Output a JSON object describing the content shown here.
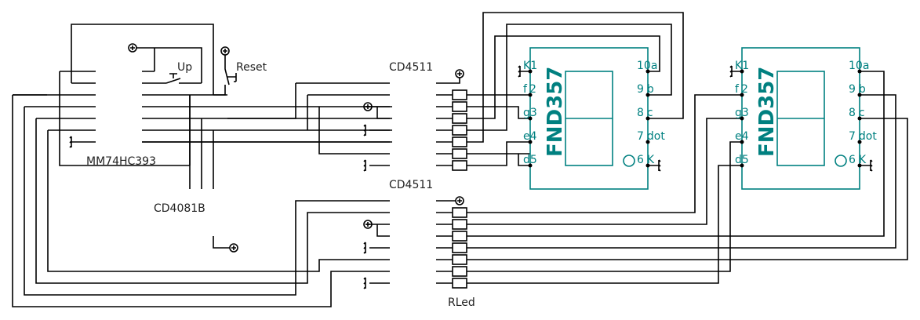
{
  "schematic": {
    "components": {
      "counter": {
        "label": "MM74HC393"
      },
      "and_gate": {
        "label": "CD4081B"
      },
      "decoder_1": {
        "label": "CD4511"
      },
      "decoder_2": {
        "label": "CD4511"
      },
      "resistors": {
        "label": "RLed"
      },
      "button_up": {
        "label": "Up"
      },
      "button_reset": {
        "label": "Reset"
      },
      "display_1": {
        "label": "FND357",
        "pins_left": [
          {
            "name": "K",
            "num": "1"
          },
          {
            "name": "f",
            "num": "2"
          },
          {
            "name": "g",
            "num": "3"
          },
          {
            "name": "e",
            "num": "4"
          },
          {
            "name": "d",
            "num": "5"
          }
        ],
        "pins_right": [
          {
            "num": "10",
            "name": "a"
          },
          {
            "num": "9",
            "name": "b"
          },
          {
            "num": "8",
            "name": "c"
          },
          {
            "num": "7",
            "name": "dot"
          },
          {
            "num": "6",
            "name": "K"
          }
        ]
      },
      "display_2": {
        "label": "FND357",
        "pins_left": [
          {
            "name": "K",
            "num": "1"
          },
          {
            "name": "f",
            "num": "2"
          },
          {
            "name": "g",
            "num": "3"
          },
          {
            "name": "e",
            "num": "4"
          },
          {
            "name": "d",
            "num": "5"
          }
        ],
        "pins_right": [
          {
            "num": "10",
            "name": "a"
          },
          {
            "num": "9",
            "name": "b"
          },
          {
            "num": "8",
            "name": "c"
          },
          {
            "num": "7",
            "name": "dot"
          },
          {
            "num": "6",
            "name": "K"
          }
        ]
      }
    },
    "colors": {
      "wire": "#000000",
      "part": "#008080"
    }
  }
}
